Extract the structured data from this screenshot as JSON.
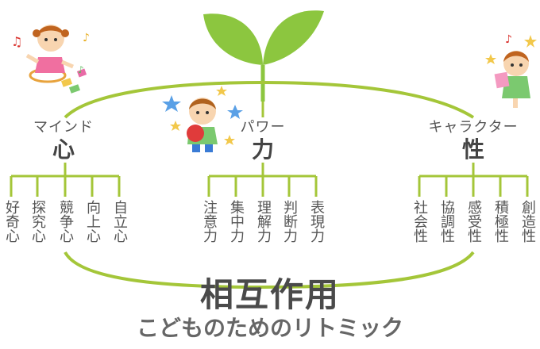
{
  "groups": [
    {
      "label_small": "マインド",
      "label_big": "心",
      "items": [
        "好奇心",
        "探究心",
        "競争心",
        "向上心",
        "自立心"
      ]
    },
    {
      "label_small": "パワー",
      "label_big": "力",
      "items": [
        "注意力",
        "集中力",
        "理解力",
        "判断力",
        "表現力"
      ]
    },
    {
      "label_small": "キャラクター",
      "label_big": "性",
      "items": [
        "社会性",
        "協調性",
        "感受性",
        "積極性",
        "創造性"
      ]
    }
  ],
  "title": "相互作用",
  "subtitle": "こどものためのリトミック",
  "colors": {
    "line": "#a4c639",
    "leaf": "#8cc63f",
    "text": "#4a4a4a"
  },
  "illustrations": [
    "girl-hula-hoop-illustration",
    "boy-ball-illustration",
    "girl-book-illustration"
  ]
}
